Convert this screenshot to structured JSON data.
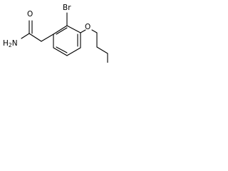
{
  "structure": {
    "labels": {
      "br": "Br",
      "o_ether": "O",
      "o_carbonyl": "O",
      "amide_h": "H",
      "amide_h_count": "2",
      "amide_n": "N"
    },
    "colors": {
      "bond": "#000000",
      "text": "#000000",
      "background": "#ffffff"
    }
  }
}
